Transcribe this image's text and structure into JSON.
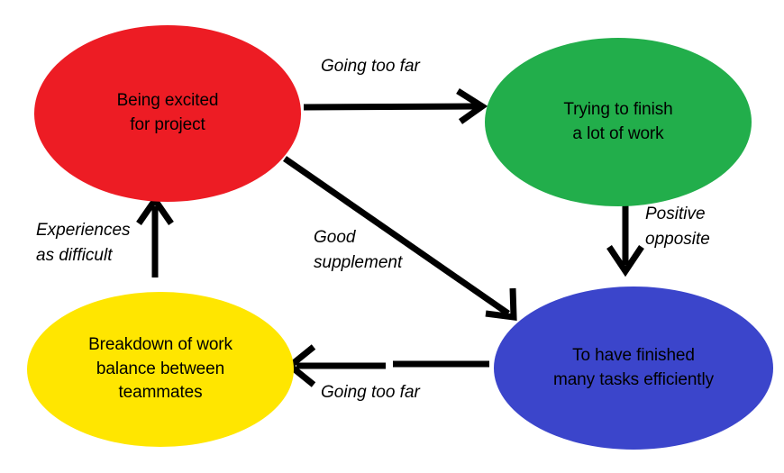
{
  "diagram": {
    "title": "Project workflow cycle diagram",
    "background_color": "#ffffff",
    "nodes": [
      {
        "id": "red",
        "name": "being-excited-for-project",
        "label": "Being excited\nfor project",
        "color": "#ED1C24",
        "color_name": "red"
      },
      {
        "id": "green",
        "name": "trying-to-finish-a-lot-of-work",
        "label": "Trying to finish\na lot of work",
        "color": "#22AE4B",
        "color_name": "green"
      },
      {
        "id": "yellow",
        "name": "breakdown-of-work-balance",
        "label": "Breakdown of work\nbalance between\nteammates",
        "color": "#FFE600",
        "color_name": "yellow"
      },
      {
        "id": "blue",
        "name": "to-have-finished-many-tasks",
        "label": "To have finished\nmany tasks efficiently",
        "color": "#3B45CB",
        "color_name": "blue"
      }
    ],
    "edges": [
      {
        "id": "red-to-green",
        "name": "edge-red-to-green",
        "label": "Going too far",
        "from": "red",
        "to": "green",
        "direction": "right",
        "stroke": "#000000"
      },
      {
        "id": "green-to-blue",
        "name": "edge-green-to-blue",
        "label": "Positive\nopposite",
        "from": "green",
        "to": "blue",
        "direction": "down",
        "stroke": "#000000"
      },
      {
        "id": "blue-to-yellow",
        "name": "edge-blue-to-yellow",
        "label": "Going too far",
        "from": "blue",
        "to": "yellow",
        "direction": "left",
        "stroke": "#000000"
      },
      {
        "id": "yellow-to-red",
        "name": "edge-yellow-to-red",
        "label": "Experiences\nas difficult",
        "from": "yellow",
        "to": "red",
        "direction": "up",
        "stroke": "#000000"
      },
      {
        "id": "red-to-blue",
        "name": "edge-red-to-blue",
        "label": "Good\nsupplement",
        "from": "red",
        "to": "blue",
        "direction": "diagonal-down-right",
        "stroke": "#000000"
      }
    ]
  }
}
